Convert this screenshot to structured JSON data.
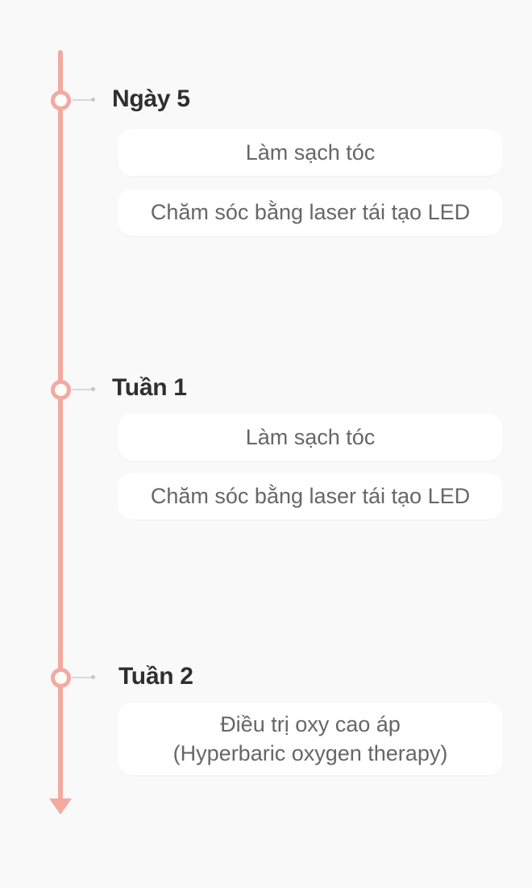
{
  "timeline": {
    "stages": [
      {
        "title": "Ngày 5",
        "items": [
          {
            "lines": [
              "Làm sạch tóc"
            ]
          },
          {
            "lines": [
              "Chăm sóc bằng laser tái tạo LED"
            ]
          }
        ]
      },
      {
        "title": "Tuần 1",
        "items": [
          {
            "lines": [
              "Làm sạch tóc"
            ]
          },
          {
            "lines": [
              "Chăm sóc bằng laser tái tạo LED"
            ]
          }
        ]
      },
      {
        "title": "Tuần 2",
        "items": [
          {
            "lines": [
              "Điều trị oxy cao áp",
              "(Hyperbaric oxygen therapy)"
            ]
          }
        ]
      }
    ]
  },
  "colors": {
    "timeline": "#f2aaa1",
    "background": "#f9f9f9",
    "card": "#ffffff",
    "title_text": "#2f2f2f",
    "item_text": "#666666"
  }
}
